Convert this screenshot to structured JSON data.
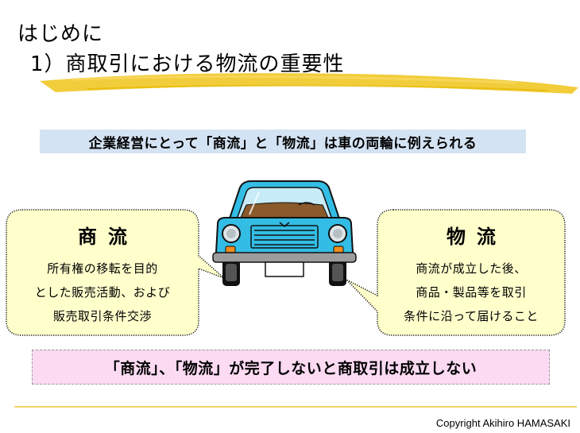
{
  "title": {
    "line1": "はじめに",
    "line2": "1）商取引における物流の重要性"
  },
  "banner": {
    "text": "企業経営にとって「商流」と「物流」は車の両輪に例えられる"
  },
  "left_bubble": {
    "heading": "商流",
    "lines": [
      "所有権の移転を目的",
      "とした販売活動、および",
      "販売取引条件交渉"
    ]
  },
  "right_bubble": {
    "heading": "物流",
    "lines": [
      "商流が成立した後、",
      "商品・製品等を取引",
      "条件に沿って届けること"
    ]
  },
  "conclusion": {
    "text": "「商流」、「物流」が完了しないと商取引は成立しない"
  },
  "footer": {
    "copyright": "Copyright  Akihiro HAMASAKI"
  },
  "colors": {
    "banner_bg": "#d4e3f3",
    "bubble_bg": "#ffffcc",
    "conclusion_bg": "#fbdaf2",
    "brush": "#f0c419",
    "car_body": "#33bde4"
  }
}
